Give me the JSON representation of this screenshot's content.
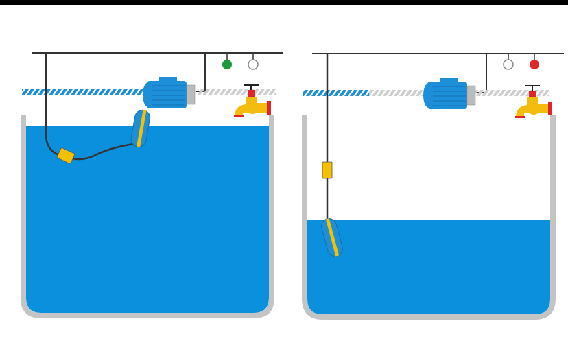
{
  "colors": {
    "water": "#0a90dc",
    "wall": "#c4c4c4",
    "float": "#1e8fd6",
    "float_band": "#f5c000",
    "motor": "#1d8ed8",
    "tap": "#f5bc10",
    "tap_red": "#e0262a",
    "green_light": "#1a9a3a",
    "red_light": "#e02828",
    "wire": "#333333"
  },
  "scenes": [
    {
      "name": "full-tank",
      "water_level_fraction": 0.96,
      "pump_on": false,
      "indicator_left": "green",
      "indicator_right": "off"
    },
    {
      "name": "low-tank",
      "water_level_fraction": 0.48,
      "pump_on": true,
      "indicator_left": "off",
      "indicator_right": "red"
    }
  ]
}
